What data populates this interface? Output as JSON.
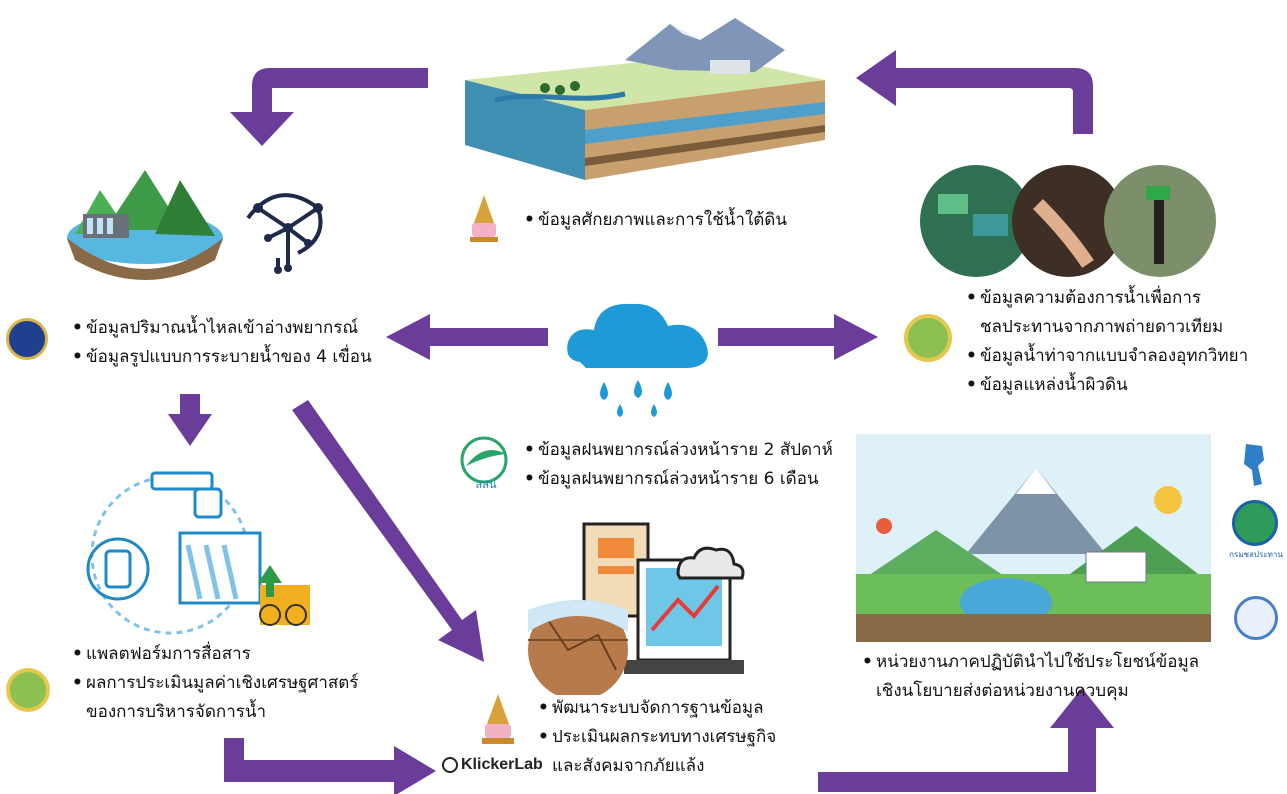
{
  "groundwater": {
    "items": [
      "ข้อมูลศักยภาพและการใช้น้ำใต้ดิน"
    ]
  },
  "dam": {
    "items": [
      "ข้อมูลปริมาณน้ำไหลเข้าอ่างพยากรณ์",
      "ข้อมูลรูปแบบการระบายน้ำของ 4 เขื่อน"
    ]
  },
  "irrigation": {
    "items": [
      "ข้อมูลความต้องการน้ำเพื่อการ",
      "ชลประทานจากภาพถ่ายดาวเทียม",
      "ข้อมูลน้ำท่าจากแบบจำลองอุทกวิทยา",
      "ข้อมูลแหล่งน้ำผิวดิน"
    ]
  },
  "rain": {
    "logo_text": "สสน",
    "items": [
      "ข้อมูลฝนพยากรณ์ล่วงหน้าราย 2 สัปดาห์",
      "ข้อมูลฝนพยากรณ์ล่วงหน้าราย 6 เดือน"
    ]
  },
  "platform": {
    "items": [
      "แพลตฟอร์มการสื่อสาร",
      "ผลการประเมินมูลค่าเชิงเศรษฐศาสตร์",
      "ของการบริหารจัดการน้ำ"
    ]
  },
  "database": {
    "brand": "KlickerLab",
    "items": [
      "พัฒนาระบบจัดการฐานข้อมูล",
      "ประเมินผลกระทบทางเศรษฐกิจ",
      "และสังคมจากภัยแล้ง"
    ]
  },
  "agencies": {
    "items": [
      "หน่วยงานภาคปฏิบัตินำไปใช้ประโยชน์ข้อมูล",
      "เชิงนโยบายส่งต่อหน่วยงานควบคุม"
    ],
    "logo_caption": "กรมชลประทาน"
  },
  "colors": {
    "arrow": "#6a3d9a",
    "cloud": "#1e9ad6",
    "green": "#2e8b3a"
  }
}
